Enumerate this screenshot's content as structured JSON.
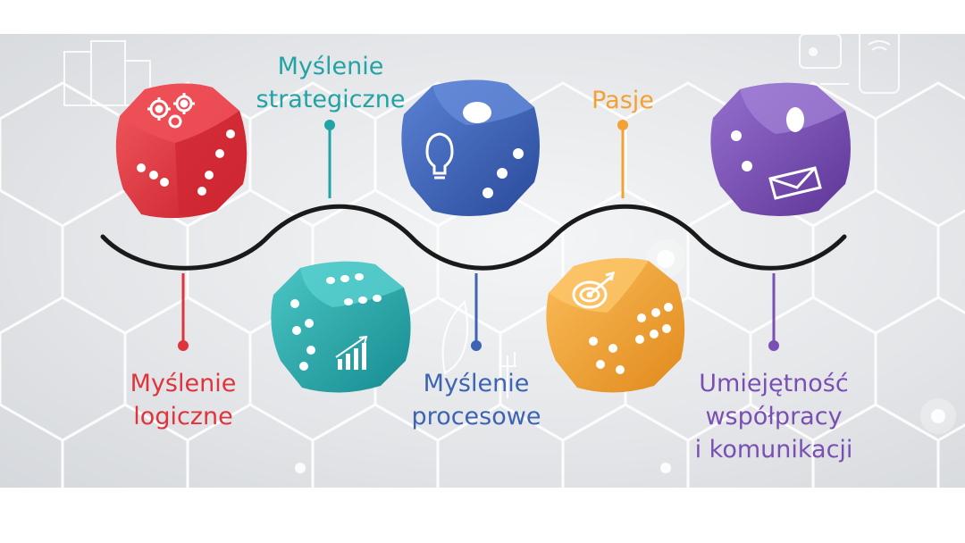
{
  "colors": {
    "red": "#e0343c",
    "teal": "#22a3a6",
    "blue": "#3d63b3",
    "orange": "#f2a233",
    "purple": "#7a4fb3",
    "wave": "#1a1a1a"
  },
  "skills": [
    {
      "id": "logiczne",
      "lines": [
        "Myślenie",
        "logiczne"
      ],
      "color": "#e0343c",
      "icon": "gears-icon"
    },
    {
      "id": "strategiczne",
      "lines": [
        "Myślenie",
        "strategiczne"
      ],
      "color": "#22a3a6",
      "icon": "bar-chart-icon"
    },
    {
      "id": "procesowe",
      "lines": [
        "Myślenie",
        "procesowe"
      ],
      "color": "#3d63b3",
      "icon": "lightbulb-icon"
    },
    {
      "id": "pasje",
      "lines": [
        "Pasje"
      ],
      "color": "#f2a233",
      "icon": "target-icon"
    },
    {
      "id": "wspolpraca",
      "lines": [
        "Umiejętność",
        "współpracy",
        "i komunikacji"
      ],
      "color": "#7a4fb3",
      "icon": "envelope-icon"
    }
  ]
}
